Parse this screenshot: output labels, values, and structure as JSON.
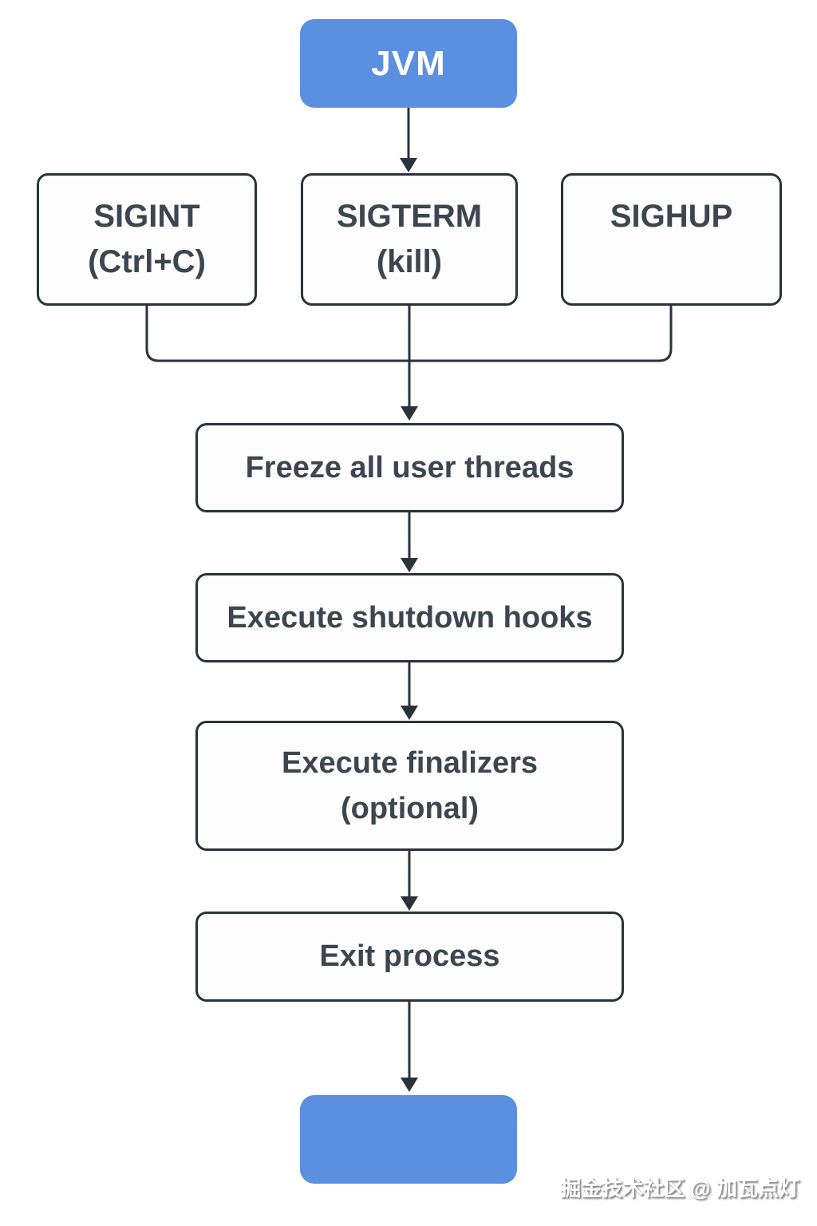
{
  "nodes": {
    "jvm": {
      "label": "JVM"
    },
    "sigint": {
      "line1": "SIGINT",
      "line2": "(Ctrl+C)"
    },
    "sigterm": {
      "line1": "SIGTERM",
      "line2": "(kill)"
    },
    "sighup": {
      "line1": "SIGHUP",
      "line2": ""
    },
    "freeze": {
      "label": "Freeze all user threads"
    },
    "shutdown_hooks": {
      "label": "Execute shutdown hooks"
    },
    "finalizers": {
      "line1": "Execute finalizers",
      "line2": "(optional)"
    },
    "exit_process": {
      "label": "Exit process"
    },
    "end": {
      "label": ""
    }
  },
  "colors": {
    "accent_blue": "#5b90e0",
    "box_border": "#2b323b",
    "box_fill": "#fdfdfd",
    "text": "#3d4550",
    "arrow": "#2b323b",
    "background": "#ffffff"
  },
  "watermark": {
    "text": "掘金技术社区 @ 加瓦点灯"
  }
}
